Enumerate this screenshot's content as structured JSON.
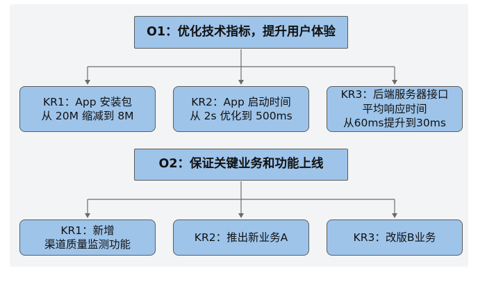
{
  "objectives": [
    {
      "title": "O1：优化技术指标，提升用户体验",
      "key_results": [
        "KR1：App 安装包\n从 20M 缩减到 8M",
        "KR2：App 启动时间\n从 2s 优化到 500ms",
        "KR3：后端服务器接口\n平均响应时间\n从60ms提升到30ms"
      ]
    },
    {
      "title": "O2：保证关键业务和功能上线",
      "key_results": [
        "KR1：新增\n渠道质量监测功能",
        "KR2：推出新业务A",
        "KR3：改版B业务"
      ]
    }
  ],
  "colors": {
    "box_fill": "#9ec4ea",
    "border": "#5b5b5b",
    "background": "#f3f4f6"
  }
}
